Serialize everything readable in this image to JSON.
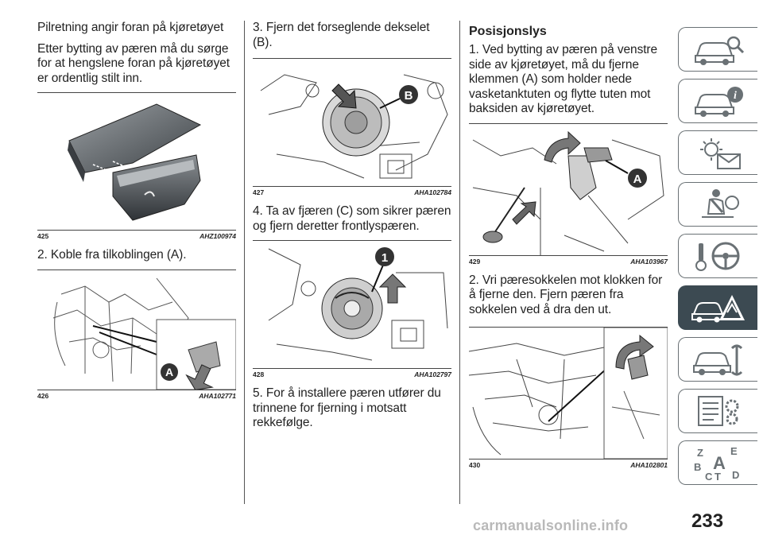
{
  "col1": {
    "intro_1": "Pilretning angir foran på kjøretøyet",
    "intro_2": "Etter bytting av pæren må du sørge for at hengslene foran på kjøretøyet er ordentlig stilt inn.",
    "fig425": {
      "num": "425",
      "code": "AHZ100974"
    },
    "step2": "2. Koble fra tilkoblingen (A).",
    "fig426": {
      "num": "426",
      "code": "AHA102771",
      "label": "A"
    }
  },
  "col2": {
    "step3": "3. Fjern det forseglende dekselet (B).",
    "fig427": {
      "num": "427",
      "code": "AHA102784",
      "label": "B"
    },
    "step4": "4. Ta av fjæren (C) som sikrer pæren og fjern deretter frontlyspæren.",
    "fig428": {
      "num": "428",
      "code": "AHA102797",
      "label": "1"
    },
    "step5": "5. For å installere pæren utfører du trinnene for fjerning i motsatt rekkefølge."
  },
  "col3": {
    "heading": "Posisjonslys",
    "step1": "1. Ved bytting av pæren på venstre side av kjøretøyet, må du fjerne klemmen (A) som holder nede vasketanktuten og flytte tuten mot baksiden av kjøretøyet.",
    "fig429": {
      "num": "429",
      "code": "AHA103967",
      "label": "A"
    },
    "step2": "2. Vri pæresokkelen mot klokken for å fjerne den. Fjern pæren fra sokkelen ved å dra den ut.",
    "fig430": {
      "num": "430",
      "code": "AHA102801"
    }
  },
  "sidebar": {
    "tabs": [
      {
        "icon": "car-search-icon",
        "active": false
      },
      {
        "icon": "car-info-icon",
        "active": false
      },
      {
        "icon": "lights-message-icon",
        "active": false
      },
      {
        "icon": "seatbelt-airbag-icon",
        "active": false
      },
      {
        "icon": "key-steering-wheel-icon",
        "active": false
      },
      {
        "icon": "car-breakdown-warning-icon",
        "active": true
      },
      {
        "icon": "car-service-icon",
        "active": false
      },
      {
        "icon": "technical-data-icon",
        "active": false
      },
      {
        "icon": "alphabetical-index-icon",
        "active": false
      }
    ],
    "index_letters": [
      "Z",
      "E",
      "A",
      "B",
      "C",
      "T",
      "D"
    ]
  },
  "page_number": "233",
  "watermark": "carmanualsonline.info",
  "colors": {
    "active_tab": "#3c4a52",
    "tab_border": "#6a7175",
    "text": "#222222"
  }
}
